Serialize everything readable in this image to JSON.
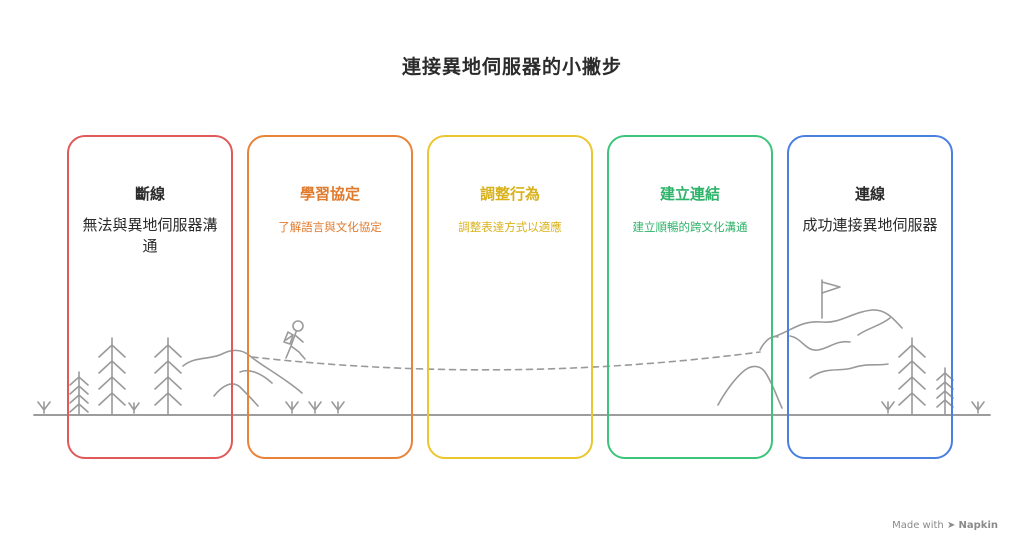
{
  "title": "連接異地伺服器的小撇步",
  "steps": [
    {
      "heading": "斷線",
      "description": "無法與異地伺服器溝通",
      "color": "#e05a5a"
    },
    {
      "heading": "學習協定",
      "description": "了解語言與文化協定",
      "color": "#e8833a"
    },
    {
      "heading": "調整行為",
      "description": "調整表達方式以適應",
      "color": "#ecc62e"
    },
    {
      "heading": "建立連結",
      "description": "建立順暢的跨文化溝通",
      "color": "#3cc57a"
    },
    {
      "heading": "連線",
      "description": "成功連接異地伺服器",
      "color": "#4a7fe0"
    }
  ],
  "icons": [
    "pine-tree-icon",
    "mountain-icon",
    "hiker-icon",
    "flag-icon",
    "grass-icon"
  ],
  "watermark": {
    "prefix": "Made with",
    "brand": "Napkin"
  }
}
